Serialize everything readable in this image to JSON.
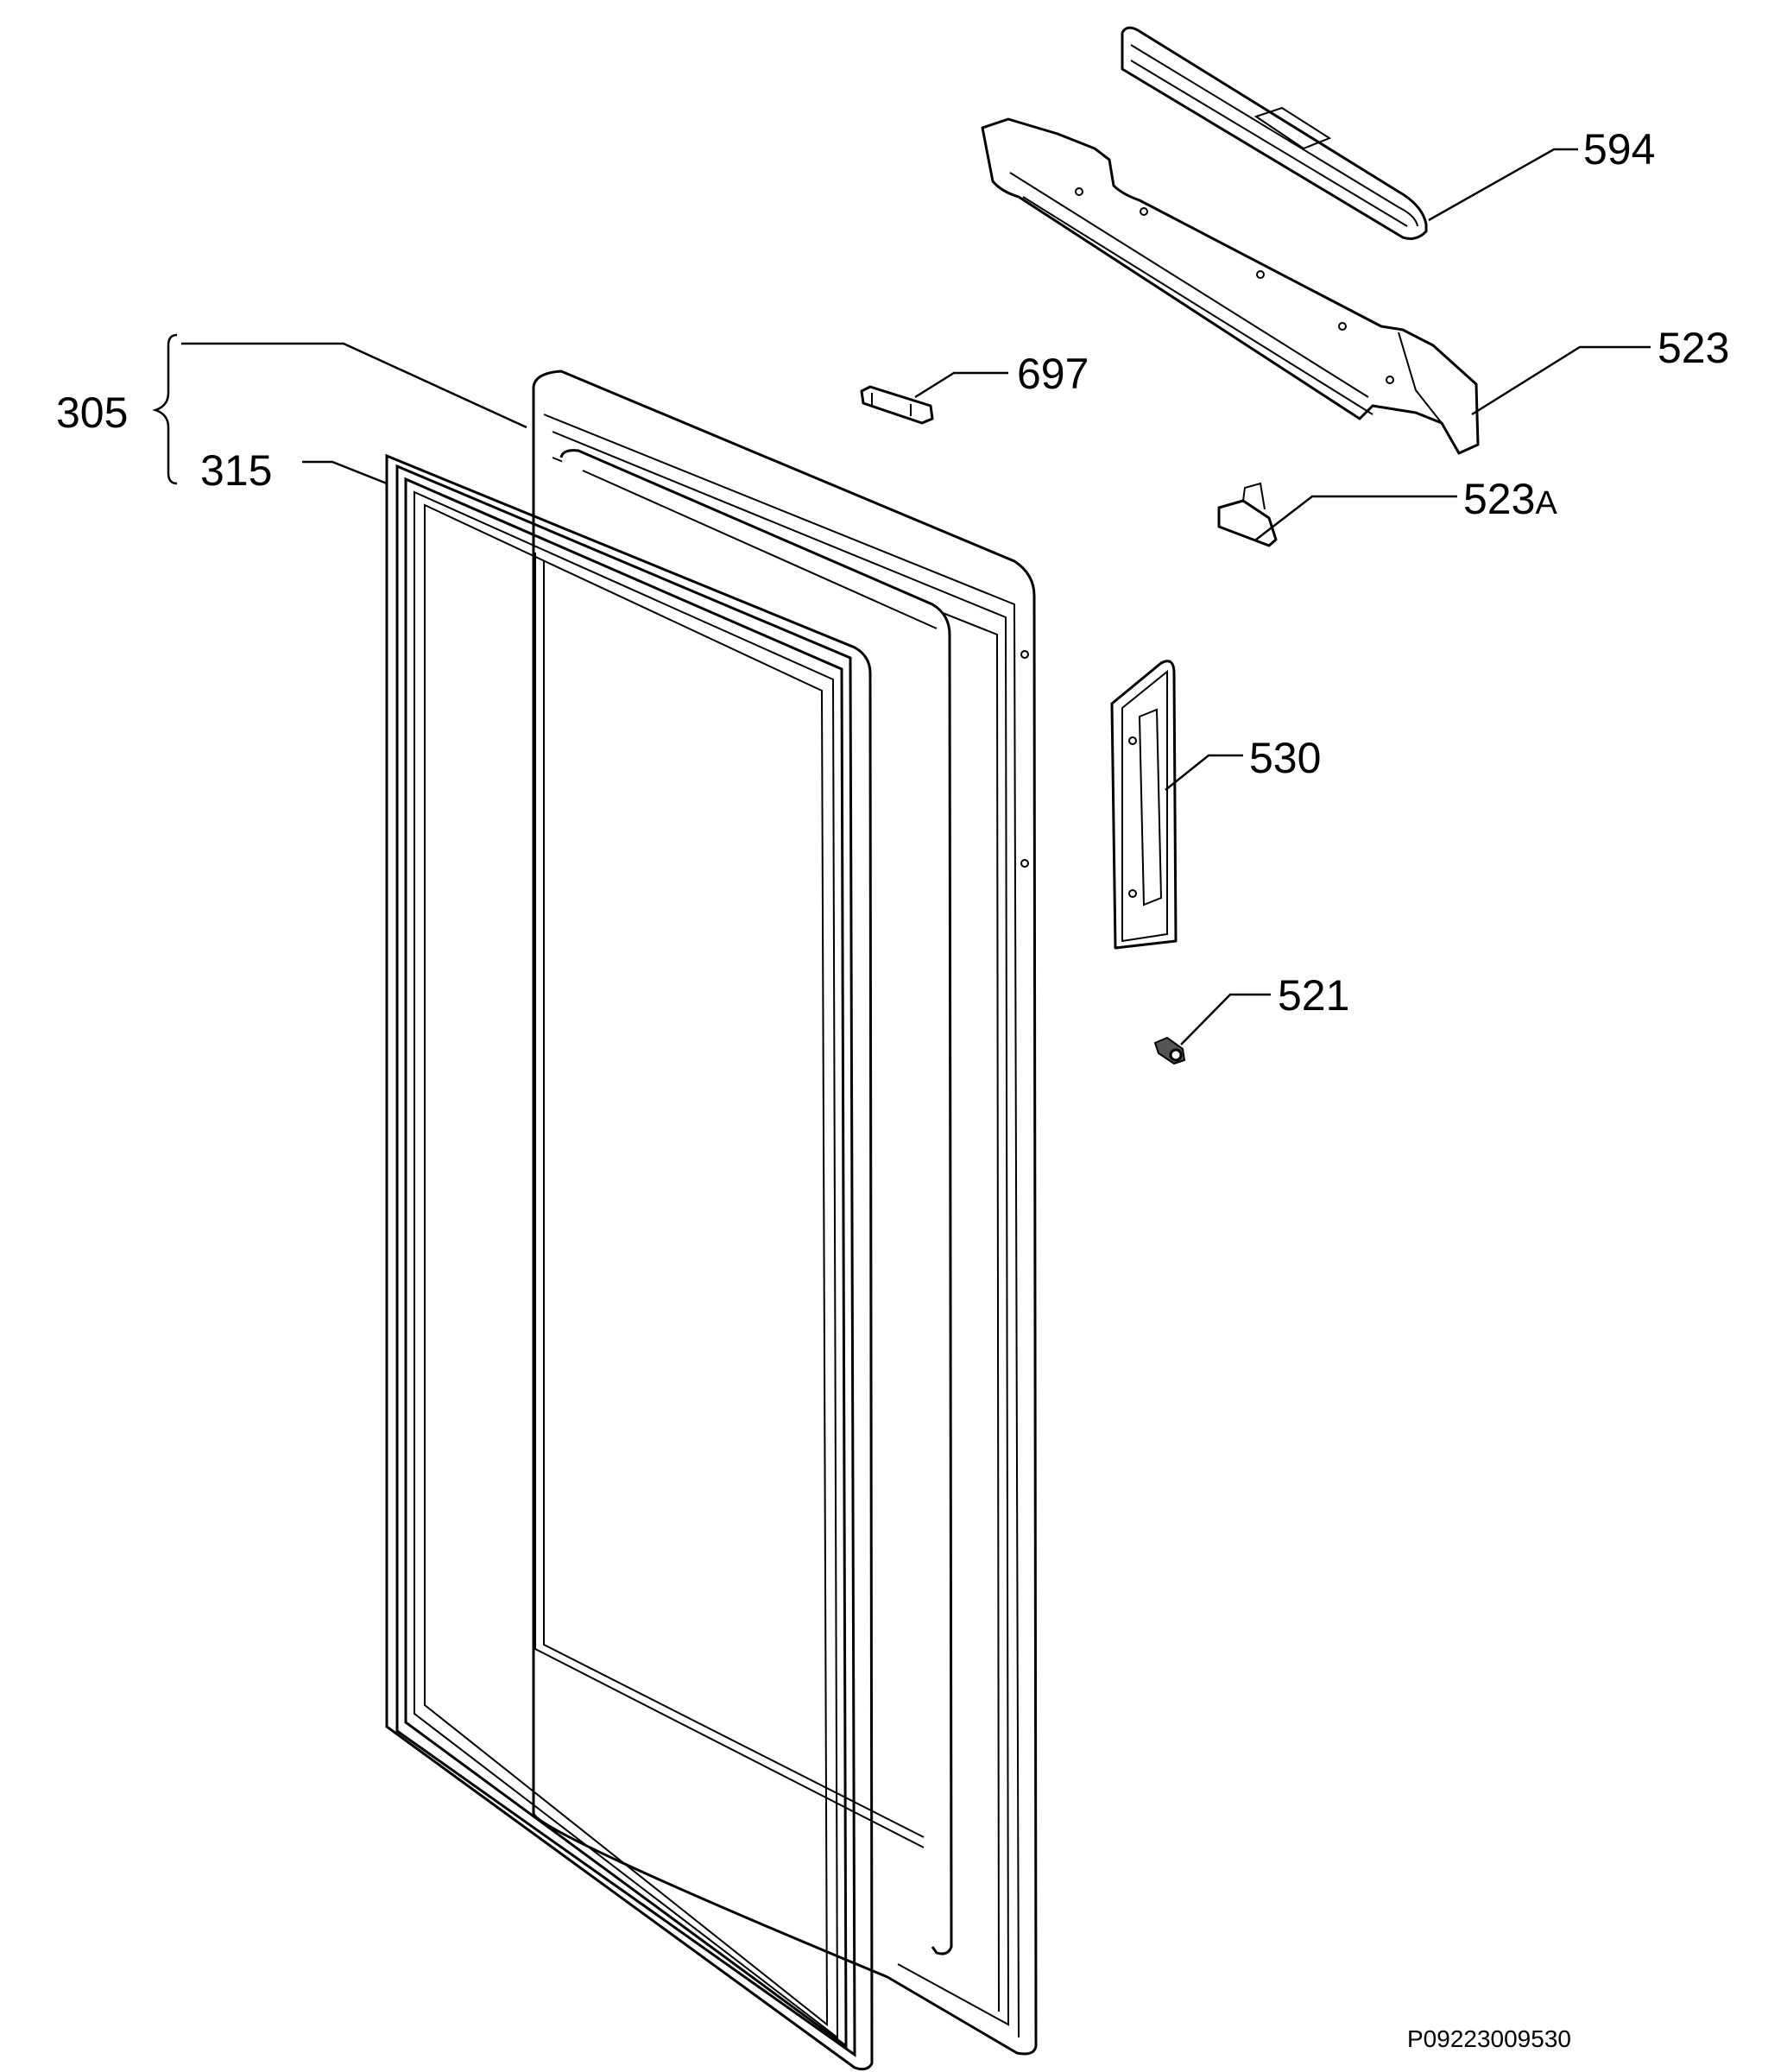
{
  "diagram": {
    "labels": {
      "p305": "305",
      "p315": "315",
      "p697": "697",
      "p594": "594",
      "p523": "523",
      "p523a_number": "523",
      "p523a_suffix": "A",
      "p530": "530",
      "p521": "521"
    },
    "reference_code": "P09223009530"
  }
}
